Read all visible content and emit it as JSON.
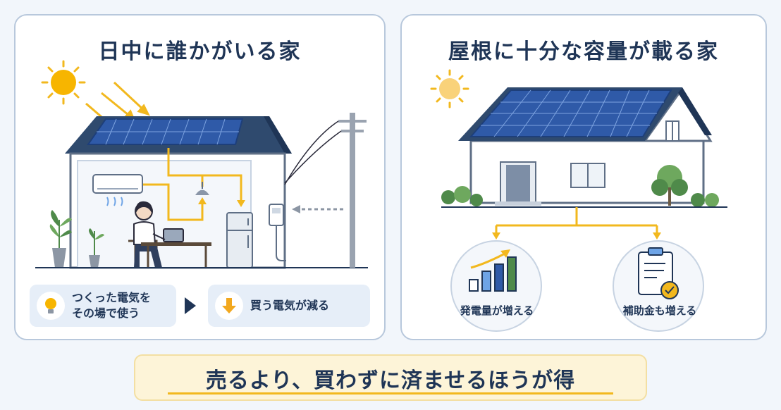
{
  "left": {
    "title": "日中に誰かがいる家",
    "chip_self_line1": "つくった電気を",
    "chip_self_line2": "その場で使う",
    "chip_buy": "買う電気が減る"
  },
  "right": {
    "title": "屋根に十分な容量が載る家",
    "label_generation": "発電量が増える",
    "label_subsidy": "補助金も増える"
  },
  "banner": {
    "text": "売るより、買わずに済ませるほうが得"
  },
  "icons": [
    "sun-icon",
    "solar-panel-icon",
    "air-conditioner-icon",
    "ceiling-lamp-icon",
    "person-with-laptop-icon",
    "refrigerator-icon",
    "electric-meter-icon",
    "utility-pole-icon",
    "lightbulb-icon",
    "down-arrow-icon",
    "bar-chart-icon",
    "clipboard-check-icon",
    "plant-icon",
    "tree-icon"
  ],
  "colors": {
    "navy": "#1f3556",
    "accent_yellow": "#f2b81e",
    "panel_border": "#b8c8dc",
    "solar_blue": "#2f5aa8",
    "banner_bg": "#fdf4d8"
  }
}
